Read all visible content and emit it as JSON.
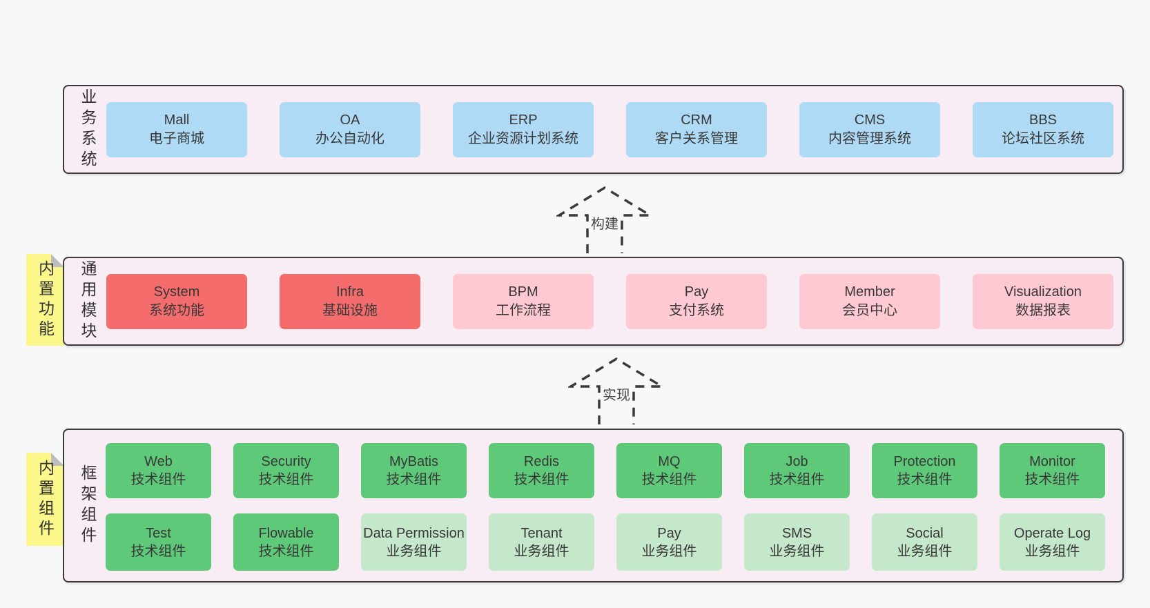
{
  "colors": {
    "page_bg": "#f8f8f8",
    "band_bg": "#f8ecf5",
    "band_border": "#3a3a3a",
    "blue_box": "#afdaf6",
    "red_box": "#f56c6c",
    "pink_box": "#fec9d2",
    "green_box": "#5fc97a",
    "light_green_box": "#c5e8cb",
    "note_bg": "#fbf78a",
    "note_fold": "#bdbdbd",
    "text": "#3b3b3b"
  },
  "arrows": [
    {
      "label": "构建"
    },
    {
      "label": "实现"
    }
  ],
  "bands": [
    {
      "label": "业务系统",
      "boxes": [
        {
          "en": "Mall",
          "zh": "电子商城",
          "type": "blue"
        },
        {
          "en": "OA",
          "zh": "办公自动化",
          "type": "blue"
        },
        {
          "en": "ERP",
          "zh": "企业资源计划系统",
          "type": "blue"
        },
        {
          "en": "CRM",
          "zh": "客户关系管理",
          "type": "blue"
        },
        {
          "en": "CMS",
          "zh": "内容管理系统",
          "type": "blue"
        },
        {
          "en": "BBS",
          "zh": "论坛社区系统",
          "type": "blue"
        }
      ]
    },
    {
      "label": "通用模块",
      "note": "内置功能",
      "boxes": [
        {
          "en": "System",
          "zh": "系统功能",
          "type": "red"
        },
        {
          "en": "Infra",
          "zh": "基础设施",
          "type": "red"
        },
        {
          "en": "BPM",
          "zh": "工作流程",
          "type": "pink"
        },
        {
          "en": "Pay",
          "zh": "支付系统",
          "type": "pink"
        },
        {
          "en": "Member",
          "zh": "会员中心",
          "type": "pink"
        },
        {
          "en": "Visualization",
          "zh": "数据报表",
          "type": "pink"
        }
      ]
    },
    {
      "label": "框架组件",
      "note": "内置组件",
      "rows": [
        [
          {
            "en": "Web",
            "zh": "技术组件",
            "type": "green"
          },
          {
            "en": "Security",
            "zh": "技术组件",
            "type": "green"
          },
          {
            "en": "MyBatis",
            "zh": "技术组件",
            "type": "green"
          },
          {
            "en": "Redis",
            "zh": "技术组件",
            "type": "green"
          },
          {
            "en": "MQ",
            "zh": "技术组件",
            "type": "green"
          },
          {
            "en": "Job",
            "zh": "技术组件",
            "type": "green"
          },
          {
            "en": "Protection",
            "zh": "技术组件",
            "type": "green"
          },
          {
            "en": "Monitor",
            "zh": "技术组件",
            "type": "green"
          }
        ],
        [
          {
            "en": "Test",
            "zh": "技术组件",
            "type": "green"
          },
          {
            "en": "Flowable",
            "zh": "技术组件",
            "type": "green"
          },
          {
            "en": "Data Permission",
            "zh": "业务组件",
            "type": "lightgreen"
          },
          {
            "en": "Tenant",
            "zh": "业务组件",
            "type": "lightgreen"
          },
          {
            "en": "Pay",
            "zh": "业务组件",
            "type": "lightgreen"
          },
          {
            "en": "SMS",
            "zh": "业务组件",
            "type": "lightgreen"
          },
          {
            "en": "Social",
            "zh": "业务组件",
            "type": "lightgreen"
          },
          {
            "en": "Operate Log",
            "zh": "业务组件",
            "type": "lightgreen"
          }
        ]
      ]
    }
  ]
}
